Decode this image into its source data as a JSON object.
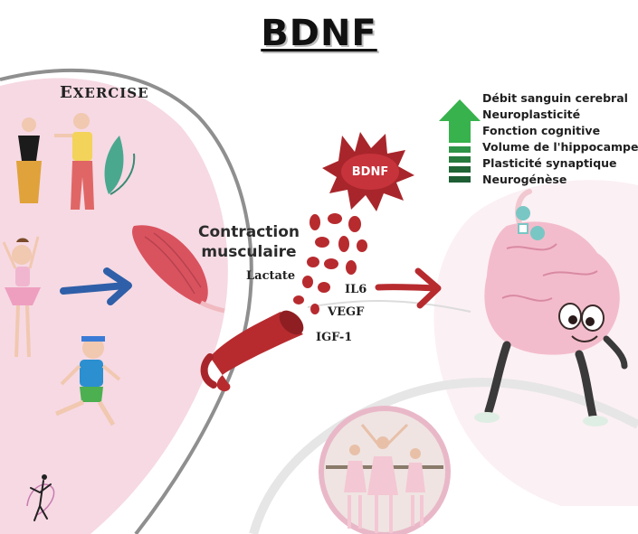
{
  "title": "BDNF",
  "exercise": {
    "cap_e": "E",
    "small_x": "X",
    "cap_e2": "E",
    "rest": "RCISE"
  },
  "bdnf_burst": "BDNF",
  "contraction": {
    "line1": "Contraction",
    "line2": "musculaire"
  },
  "factors": [
    "Lactate",
    "IL6",
    "VEGF",
    "IGF-1"
  ],
  "benefits": [
    "Débit sanguin cerebral",
    "Neuroplasticité",
    "Fonction cognitive",
    "Volume de l'hippocampe",
    "Plasticité synaptique",
    "Neurogénèse"
  ],
  "colors": {
    "pink_bg": "#f6d9e3",
    "muscle": "#d9535f",
    "blood": "#a8262b",
    "arrow_blue": "#2f5fa8",
    "arrow_red": "#b72b2f",
    "up_green": "#37b24d",
    "dark_green": "#1d5e35"
  },
  "icons": [
    "up-arrow-icon",
    "blue-arrow-icon",
    "red-arrow-icon",
    "logo-icon"
  ]
}
